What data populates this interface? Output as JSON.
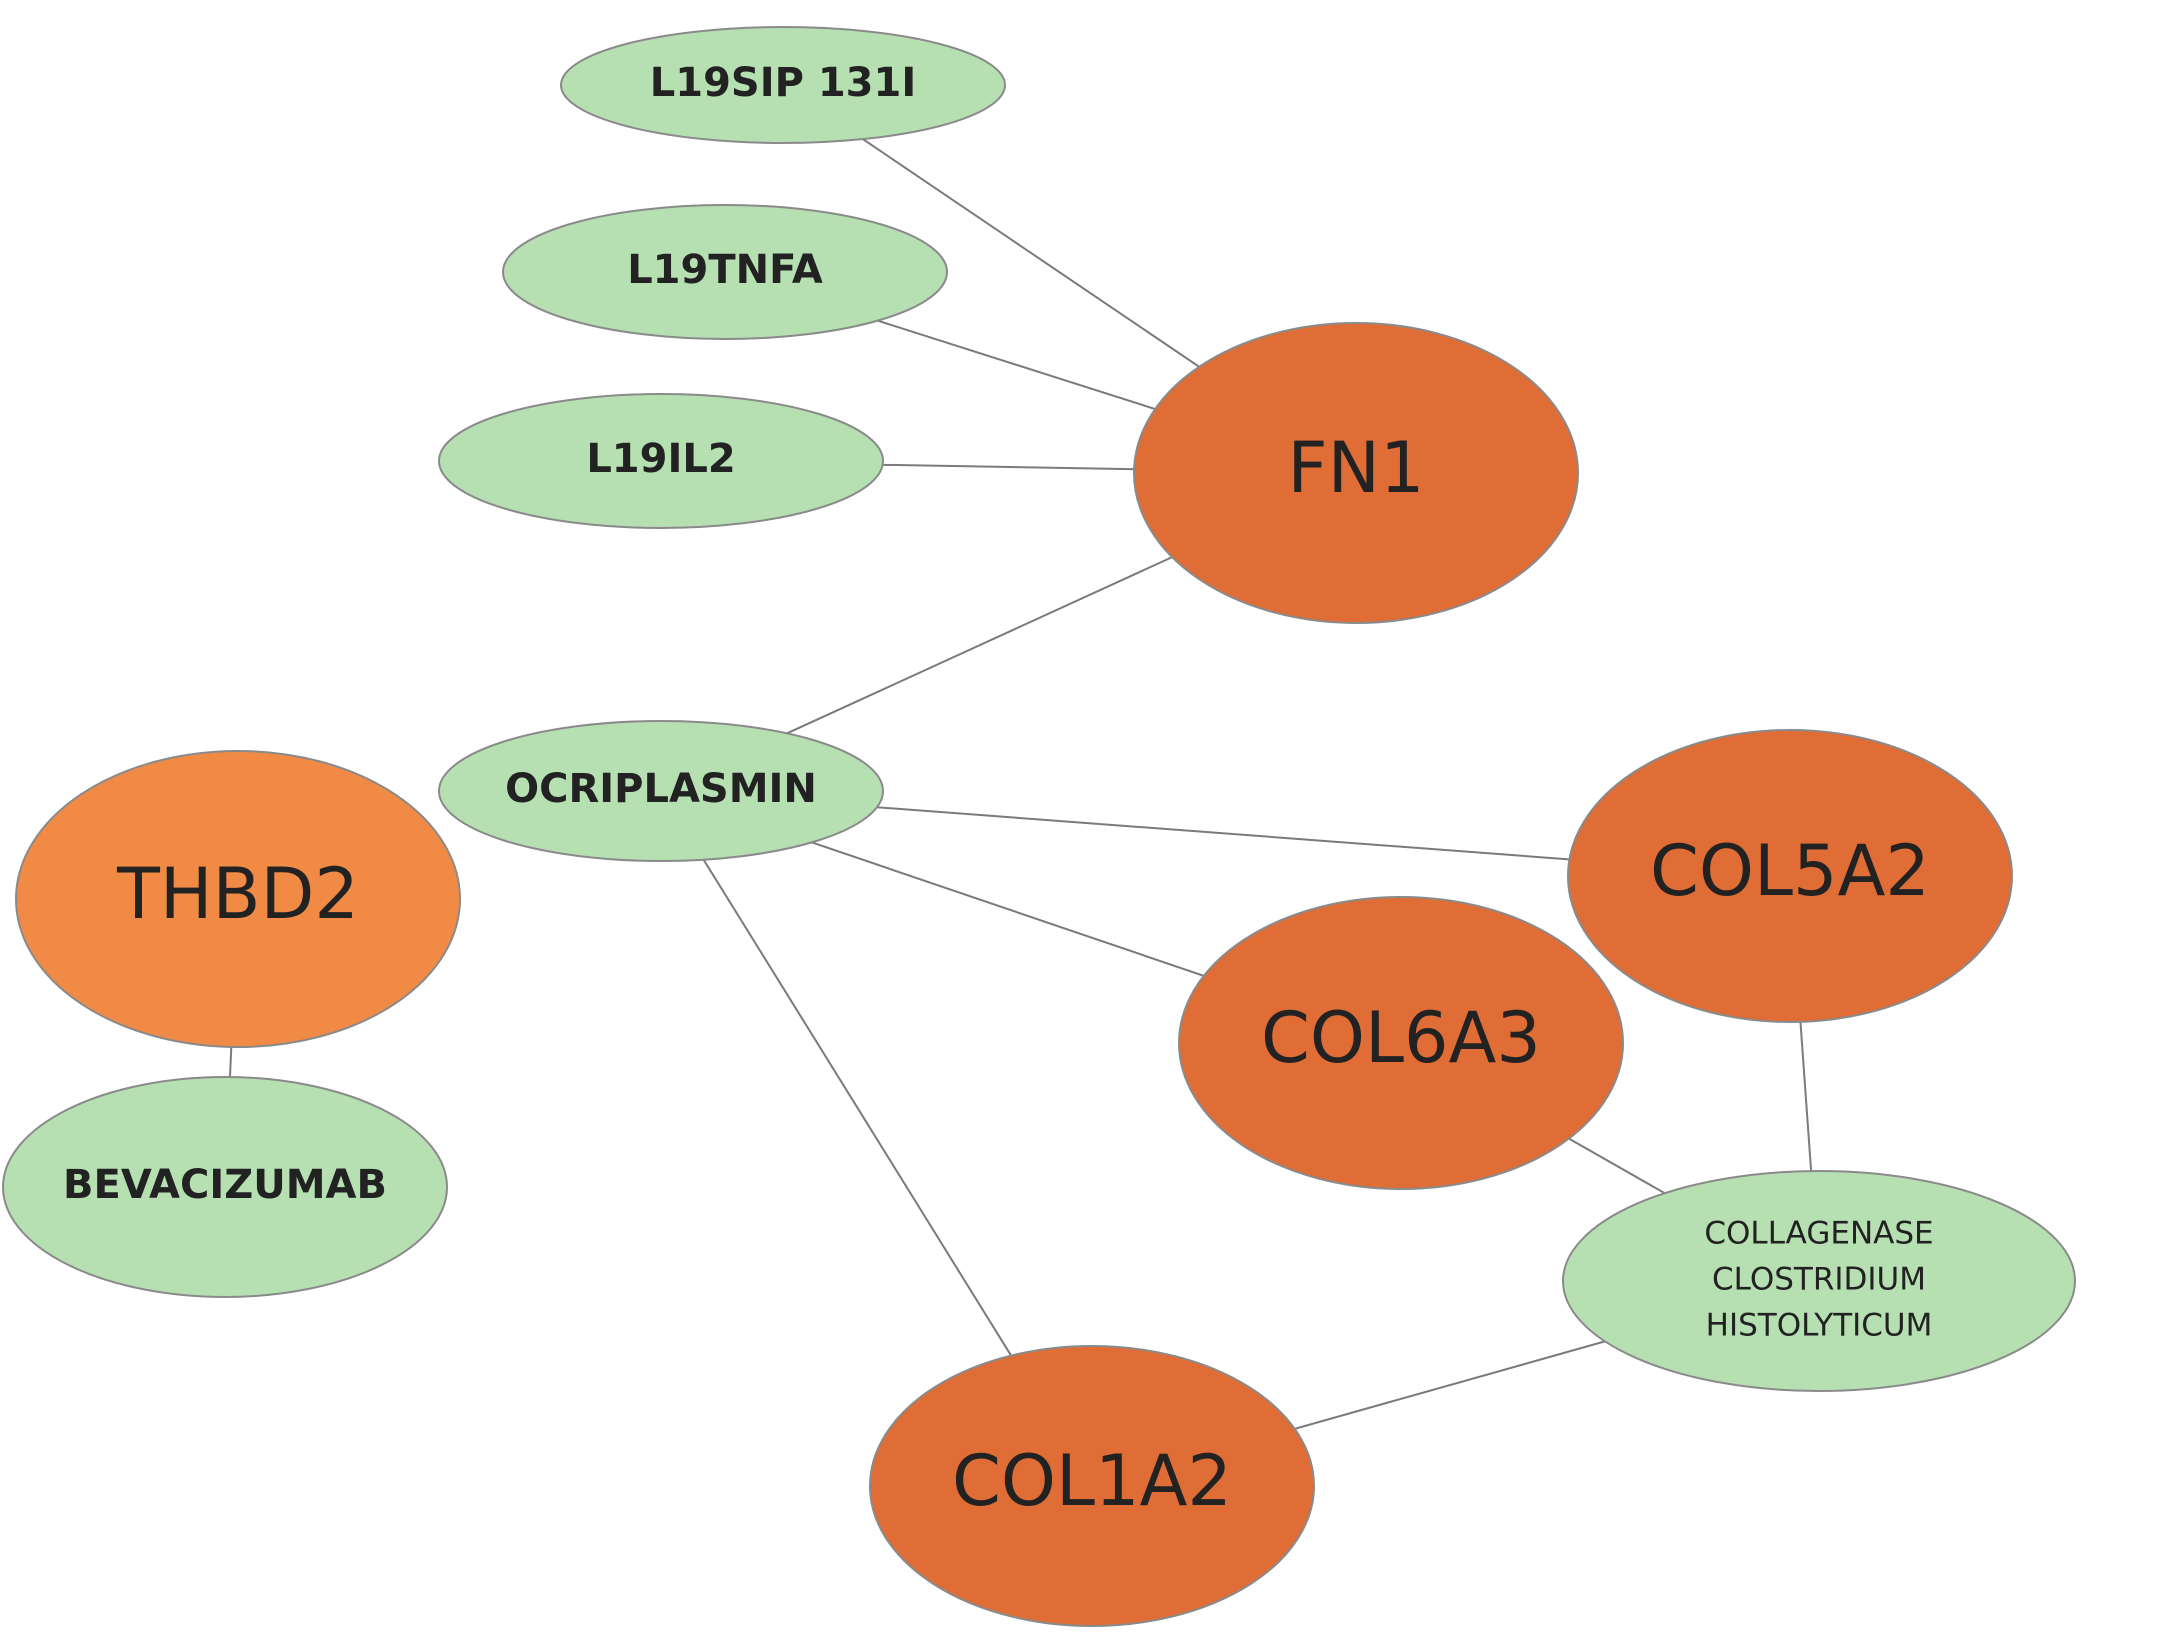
{
  "colors": {
    "gene": "#e06d35",
    "gene_alt": "#f08a45",
    "drug": "#b6e0b2",
    "edge": "#7a7a7a"
  },
  "nodes": [
    {
      "id": "l19sip",
      "lines": [
        "L19SIP 131I"
      ],
      "kind": "drug"
    },
    {
      "id": "l19tnfa",
      "lines": [
        "L19TNFA"
      ],
      "kind": "drug"
    },
    {
      "id": "l19il2",
      "lines": [
        "L19IL2"
      ],
      "kind": "drug"
    },
    {
      "id": "fn1",
      "lines": [
        "FN1"
      ],
      "kind": "gene"
    },
    {
      "id": "ocriplasmin",
      "lines": [
        "OCRIPLASMIN"
      ],
      "kind": "drug"
    },
    {
      "id": "thbd2",
      "lines": [
        "THBD2"
      ],
      "kind": "gene_alt"
    },
    {
      "id": "bevacizumab",
      "lines": [
        "BEVACIZUMAB"
      ],
      "kind": "drug"
    },
    {
      "id": "col5a2",
      "lines": [
        "COL5A2"
      ],
      "kind": "gene"
    },
    {
      "id": "col6a3",
      "lines": [
        "COL6A3"
      ],
      "kind": "gene"
    },
    {
      "id": "collagenase",
      "lines": [
        "COLLAGENASE",
        "CLOSTRIDIUM",
        "HISTOLYTICUM"
      ],
      "kind": "drug"
    },
    {
      "id": "col1a2",
      "lines": [
        "COL1A2"
      ],
      "kind": "gene"
    }
  ],
  "edges": [
    [
      "l19sip",
      "fn1"
    ],
    [
      "l19tnfa",
      "fn1"
    ],
    [
      "l19il2",
      "fn1"
    ],
    [
      "ocriplasmin",
      "fn1"
    ],
    [
      "ocriplasmin",
      "col5a2"
    ],
    [
      "ocriplasmin",
      "col6a3"
    ],
    [
      "ocriplasmin",
      "col1a2"
    ],
    [
      "thbd2",
      "bevacizumab"
    ],
    [
      "col5a2",
      "collagenase"
    ],
    [
      "col6a3",
      "collagenase"
    ],
    [
      "collagenase",
      "col1a2"
    ]
  ]
}
